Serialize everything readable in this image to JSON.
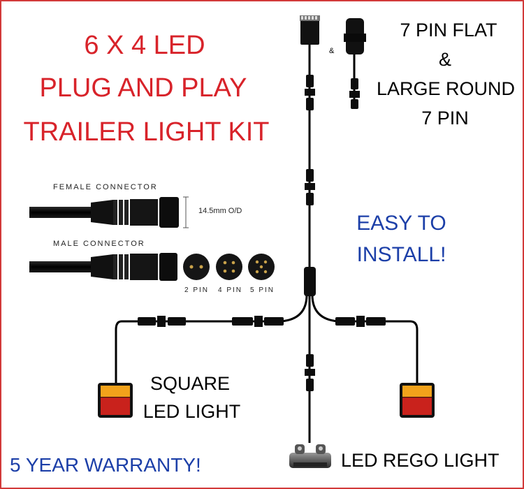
{
  "title_lines": [
    "6 X 4 LED",
    "PLUG AND PLAY",
    "TRAILER LIGHT KIT"
  ],
  "plug_text": {
    "line1": "7 PIN FLAT",
    "amp_big": "&",
    "line2": "LARGE ROUND",
    "line3": "7 PIN",
    "amp_small": "&"
  },
  "female_connector_label": "FEMALE CONNECTOR",
  "male_connector_label": "MALE CONNECTOR",
  "dimension_label": "14.5mm O/D",
  "pin_labels": [
    "2 PIN",
    "4 PIN",
    "5 PIN"
  ],
  "install_text": [
    "EASY TO",
    "INSTALL!"
  ],
  "square_light_text": [
    "SQUARE",
    "LED LIGHT"
  ],
  "rego_light_text": "LED REGO LIGHT",
  "warranty_text": "5 YEAR WARRANTY!",
  "colors": {
    "border": "#d23a3a",
    "title": "#d8232a",
    "blue": "#1c3fa8",
    "lamp_amber": "#f2a21b",
    "lamp_red": "#c9221c"
  }
}
